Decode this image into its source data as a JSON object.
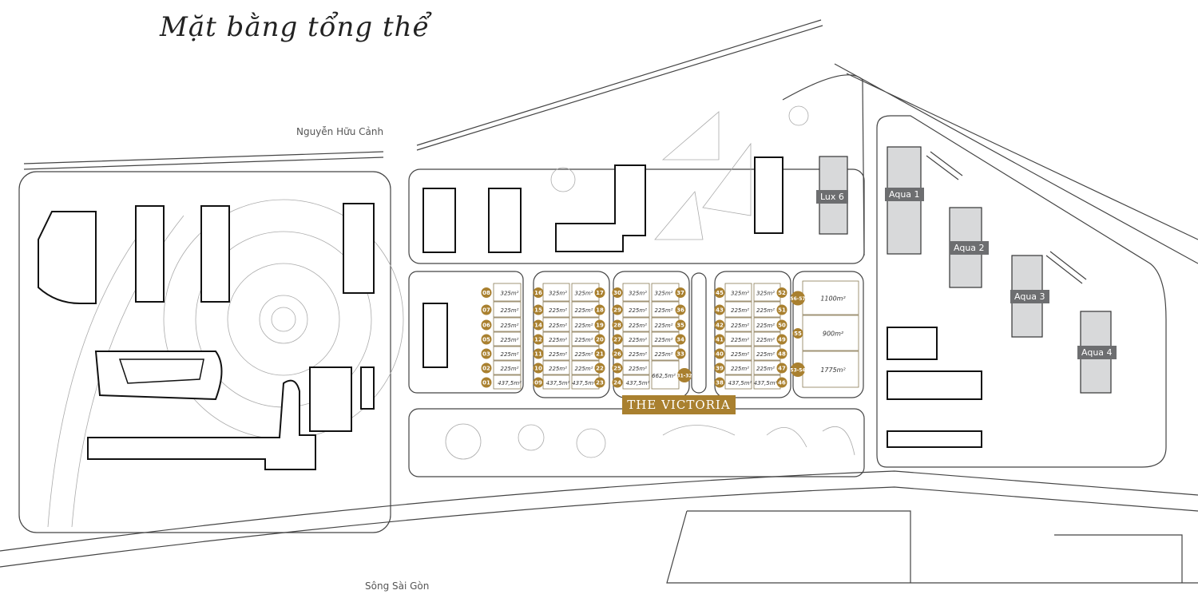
{
  "title": "Mặt bằng tổng thể",
  "roads": {
    "north": "Nguyễn Hữu Cảnh",
    "river": "Sông Sài Gòn"
  },
  "buildings": [
    "Lux 6",
    "Aqua 1",
    "Aqua 2",
    "Aqua 3",
    "Aqua 4"
  ],
  "project_label": "THE VICTORIA",
  "colors": {
    "badge": "#a9802f",
    "building_tag": "#6d6e70"
  },
  "lot_blocks": [
    {
      "columns": [
        {
          "ids": [
            "08",
            "07",
            "06",
            "05",
            "03",
            "02",
            "01"
          ],
          "areas": [
            "325m²",
            "225m²",
            "225m²",
            "225m²",
            "225m²",
            "225m²",
            "437,5m²"
          ]
        }
      ]
    },
    {
      "columns": [
        {
          "ids": [
            "16",
            "15",
            "14",
            "12",
            "11",
            "10",
            "09"
          ],
          "areas": [
            "325m²",
            "225m²",
            "225m²",
            "225m²",
            "225m²",
            "225m²",
            "437,5m²"
          ]
        },
        {
          "ids": [
            "17",
            "18",
            "19",
            "20",
            "21",
            "22",
            "23"
          ],
          "areas": [
            "325m²",
            "225m²",
            "225m²",
            "225m²",
            "225m²",
            "225m²",
            "437,5m²"
          ]
        }
      ]
    },
    {
      "columns": [
        {
          "ids": [
            "30",
            "29",
            "28",
            "27",
            "26",
            "25",
            "24"
          ],
          "areas": [
            "325m²",
            "225m²",
            "225m²",
            "225m²",
            "225m²",
            "225m²",
            "437,5m²"
          ]
        },
        {
          "ids": [
            "37",
            "36",
            "35",
            "34",
            "33",
            "31-32"
          ],
          "areas": [
            "325m²",
            "225m²",
            "225m²",
            "225m²",
            "225m²",
            "662,5m²"
          ]
        }
      ]
    },
    {
      "columns": [
        {
          "ids": [
            "45",
            "43",
            "42",
            "41",
            "40",
            "39",
            "38"
          ],
          "areas": [
            "325m²",
            "225m²",
            "225m²",
            "225m²",
            "225m²",
            "225m²",
            "437,5m²"
          ]
        },
        {
          "ids": [
            "52",
            "51",
            "50",
            "49",
            "48",
            "47",
            "46"
          ],
          "areas": [
            "325m²",
            "225m²",
            "225m²",
            "225m²",
            "225m²",
            "225m²",
            "437,5m²"
          ]
        }
      ]
    },
    {
      "columns": [
        {
          "ids": [
            "56-57",
            "55",
            "53-54"
          ],
          "areas": [
            "1100m²",
            "900m²",
            "1775m²"
          ]
        }
      ]
    }
  ]
}
